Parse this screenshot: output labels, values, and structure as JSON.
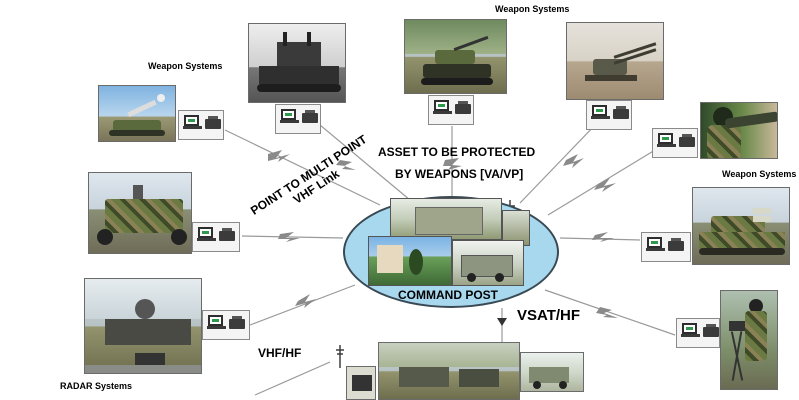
{
  "labels": {
    "weapon_top": "Weapon Systems",
    "weapon_left": "Weapon Systems",
    "weapon_right": "Weapon Systems",
    "radar": "RADAR Systems",
    "asset_line1": "ASSET TO BE PROTECTED",
    "asset_line2": "BY WEAPONS [VA/VP]",
    "p2mp_line1": "POINT TO MULTI POINT",
    "p2mp_line2": "VHF Link",
    "command_post": "COMMAND POST",
    "vsat": "VSAT/HF",
    "vhf": "VHF/HF"
  },
  "icons": {
    "terminal": "laptop-radio-terminal-icon",
    "antenna": "antenna-mast-icon",
    "link": "lightning-link-icon"
  },
  "colors": {
    "ellipse_fill": "#a8d8ee",
    "ellipse_stroke": "#3a4a55",
    "link_line": "#9a9a9a"
  }
}
